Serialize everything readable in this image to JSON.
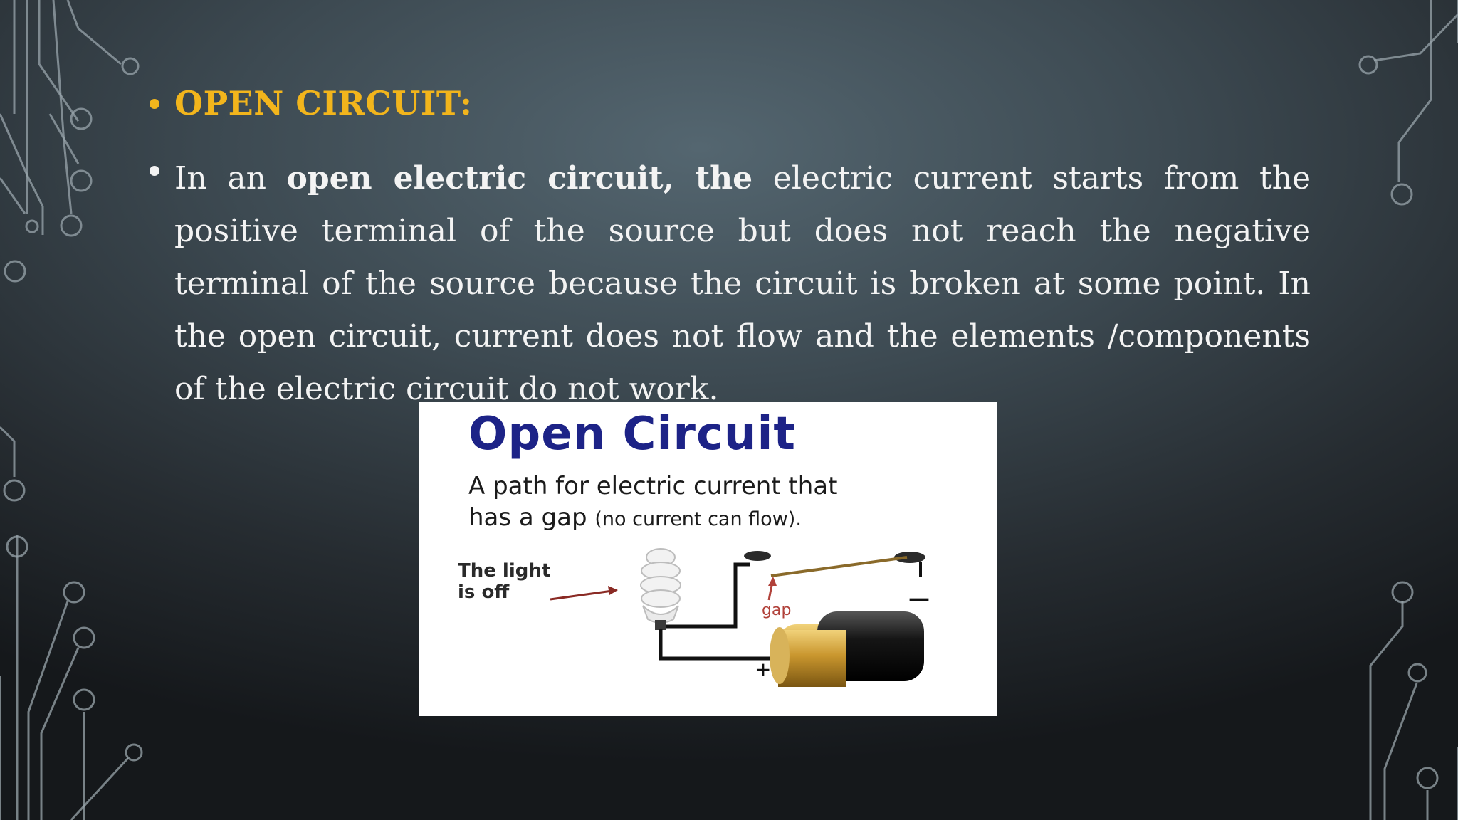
{
  "slide": {
    "heading": "OPEN CIRCUIT:",
    "heading_color": "#f2b51c",
    "body": {
      "pre": "In an ",
      "bold": "open electric circuit, the",
      "rest": " electric current  starts from the positive terminal of the source but  does not reach the negative terminal of the source  because the circuit is broken at some point. In        the  open circuit, current does not flow and the  elements /components of the electric circuit do  not work."
    }
  },
  "figure": {
    "title": "Open Circuit",
    "line1": "A path for electric current that",
    "line2_main": "has a gap",
    "line2_small": "(no current can flow).",
    "light_line1": "The light",
    "light_line2": "is off",
    "gap_label": "gap",
    "minus_sign": "—",
    "plus_sign": "+",
    "title_color": "#1d2387"
  }
}
